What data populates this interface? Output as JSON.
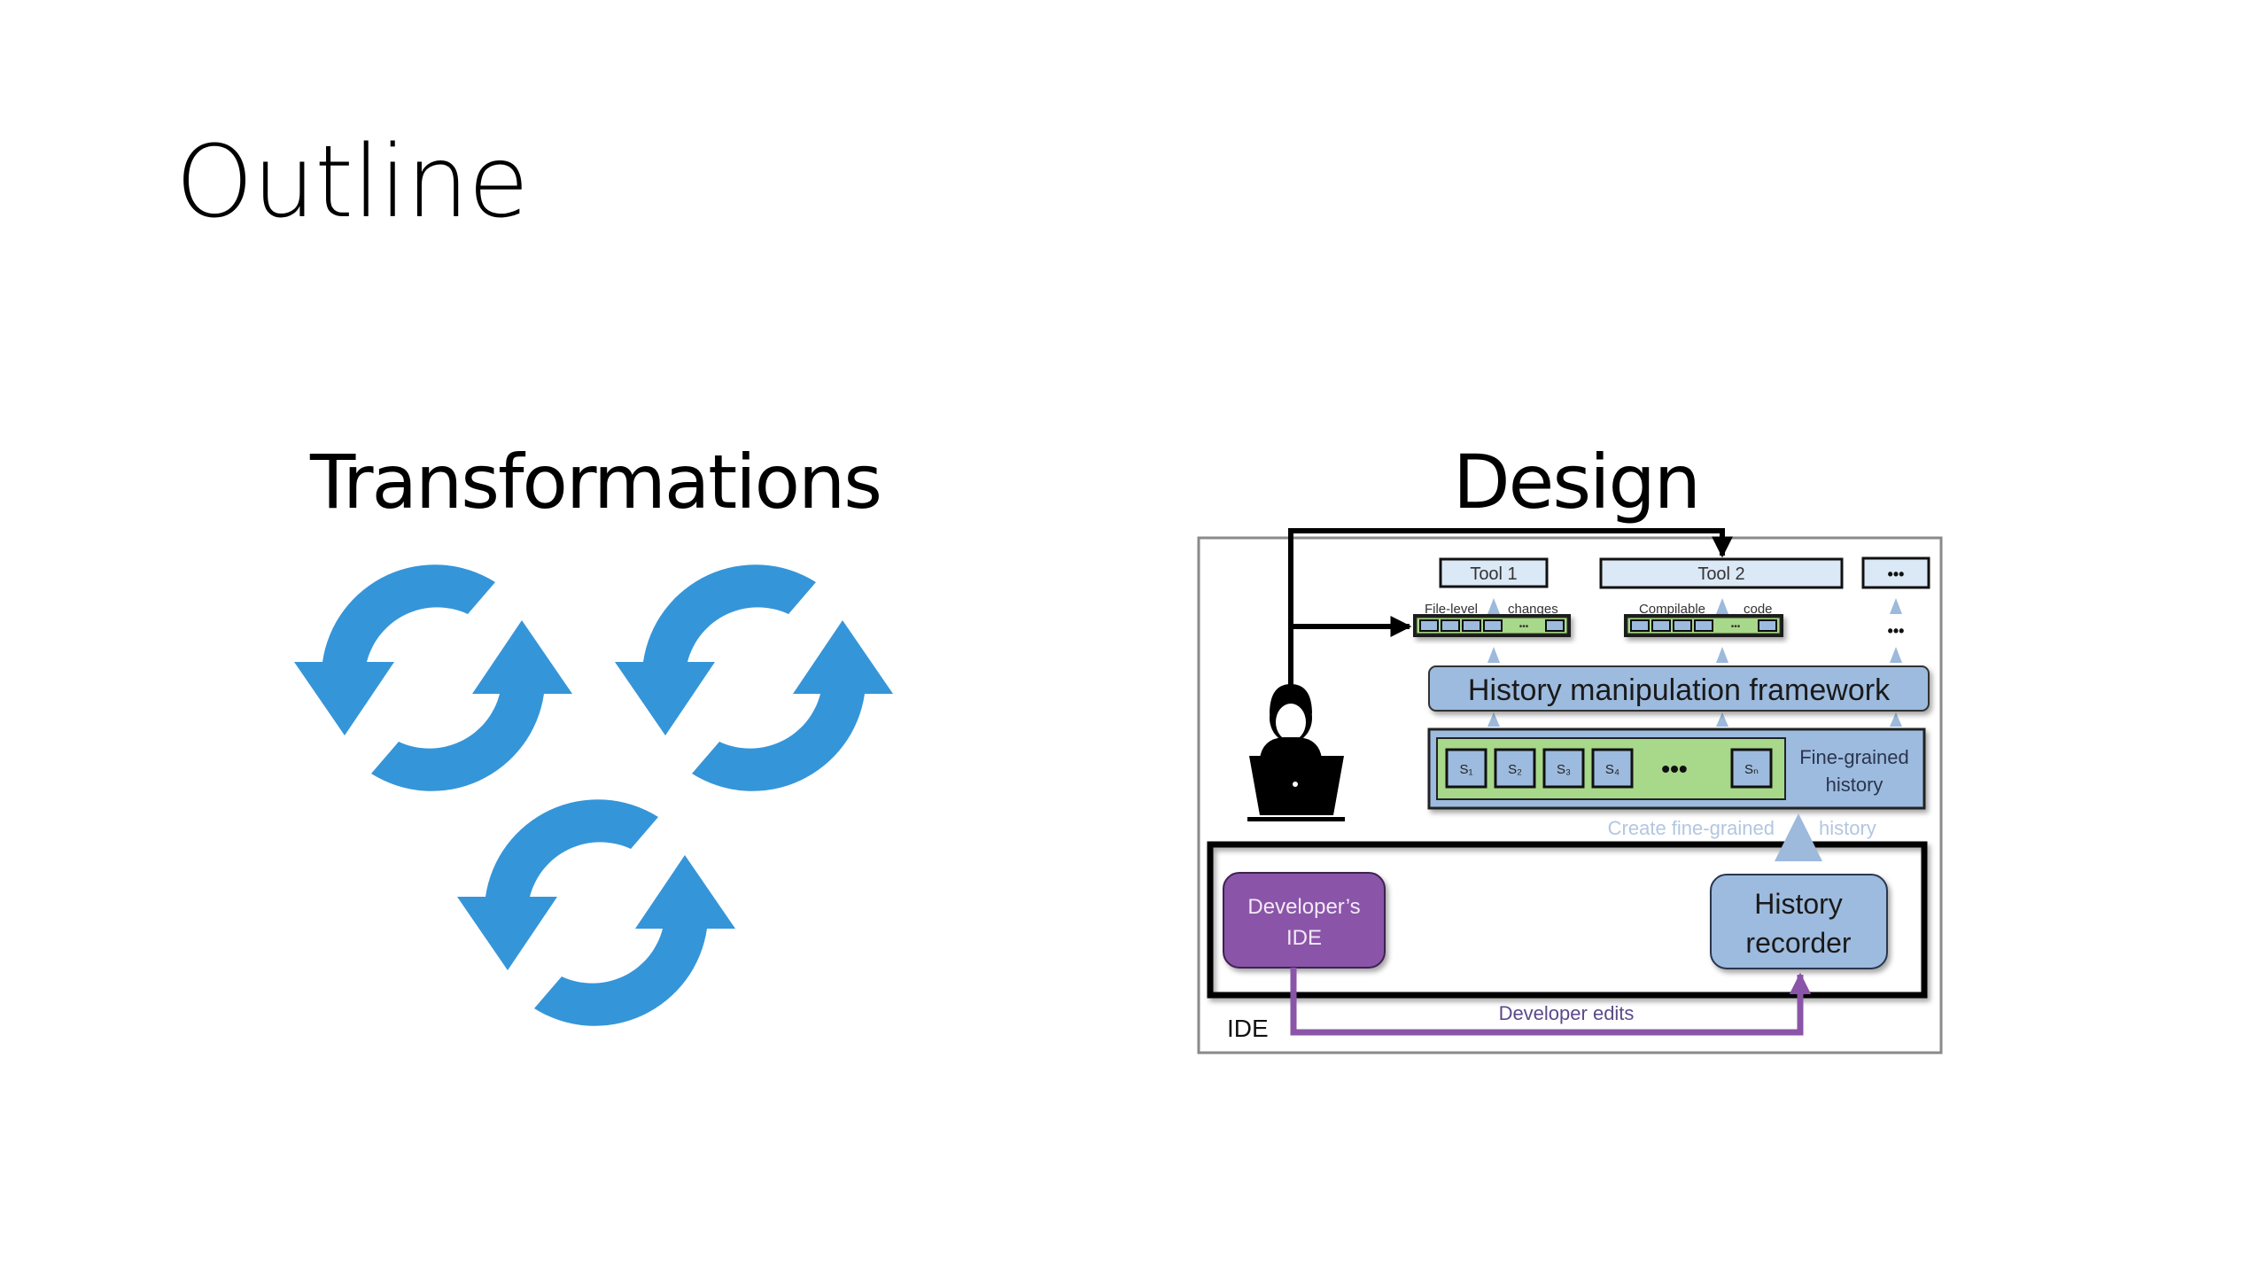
{
  "slide": {
    "title": "Outline",
    "left_column": {
      "heading": "Transformations",
      "icons": [
        "refresh-cycle-icon",
        "refresh-cycle-icon",
        "refresh-cycle-icon"
      ],
      "icon_color": "#3595d9"
    },
    "right_column": {
      "heading": "Design",
      "diagram": {
        "tools": [
          {
            "label": "Tool 1",
            "caption_left": "File-level",
            "caption_right": "changes"
          },
          {
            "label": "Tool 2",
            "caption_left": "Compilable",
            "caption_right": "code"
          },
          {
            "label": "•••"
          }
        ],
        "more_indicator": "•••",
        "framework_label": "History manipulation framework",
        "history_snapshots": [
          "S₁",
          "S₂",
          "S₃",
          "S₄",
          "•••",
          "Sₙ"
        ],
        "history_label_line1": "Fine-grained",
        "history_label_line2": "history",
        "create_label_left": "Create fine-grained",
        "create_label_right": "history",
        "ide_box_label": "IDE",
        "developer_ide_line1": "Developer’s",
        "developer_ide_line2": "IDE",
        "recorder_line1": "History",
        "recorder_line2": "recorder",
        "edits_label": "Developer edits",
        "colors": {
          "light_blue": "#9dbbde",
          "tool_fill": "#dbe8f6",
          "green": "#a8d88a",
          "purple": "#8a55a8",
          "arrow_blue": "#9db9dc",
          "faded_text": "#b3c6e0"
        }
      }
    }
  }
}
